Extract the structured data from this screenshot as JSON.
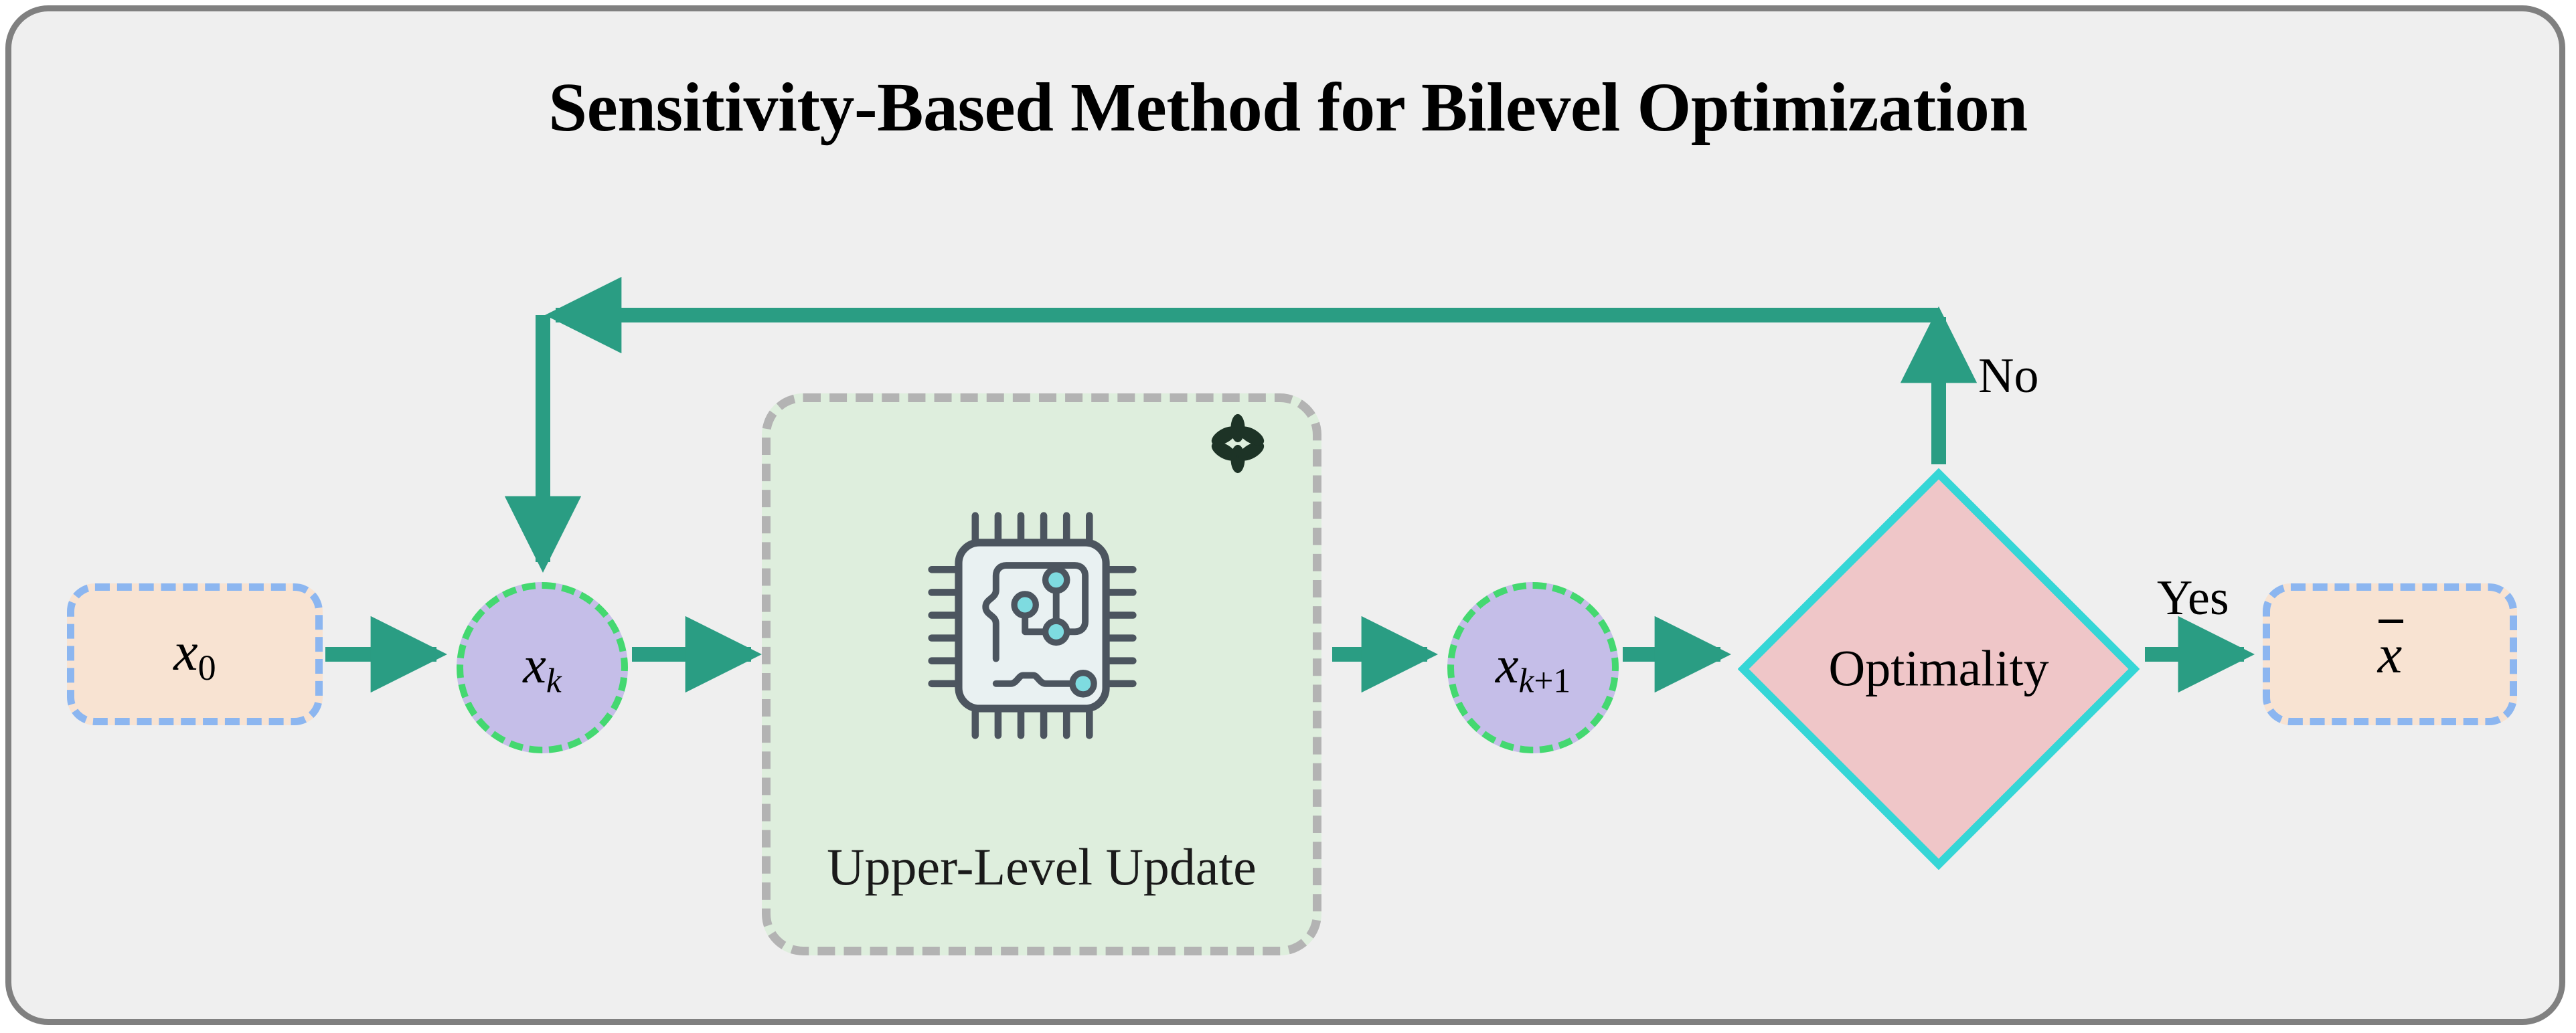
{
  "title": "Sensitivity-Based Method for Bilevel Optimization",
  "colors": {
    "frame_border": "#808080",
    "frame_fill": "#EFEFEF",
    "arrow_green": "#2A9D83",
    "terminal_fill": "#F8E3D2",
    "terminal_border": "#8CB6F0",
    "state_fill": "#C5BEE8",
    "state_border": "#44D870",
    "update_fill": "#DEEEDD",
    "update_border": "#B3B3B3",
    "diamond_fill": "#EFC6C8",
    "diamond_border": "#35D6D6",
    "chip_body": "#E9F1F2",
    "chip_stroke": "#4C555F",
    "chip_dot": "#7EDBE0",
    "asterisk": "#1D3326"
  },
  "nodes": {
    "start": {
      "name": "x0",
      "label_base": "x",
      "label_sub": "0",
      "shape": "rounded-rect"
    },
    "iterate": {
      "name": "xk",
      "label_base": "x",
      "label_sub": "k",
      "shape": "circle"
    },
    "update": {
      "name": "upper-level-update",
      "label": "Upper-Level Update",
      "marker": "*",
      "icon": "chip-icon",
      "shape": "rounded-rect-dashed"
    },
    "next": {
      "name": "xk+1",
      "label_base": "x",
      "label_sub": "k+1",
      "shape": "circle"
    },
    "decision": {
      "name": "optimality",
      "label": "Optimality",
      "shape": "diamond"
    },
    "end": {
      "name": "xbar",
      "label_base": "x",
      "label_overline": true,
      "shape": "rounded-rect"
    }
  },
  "edges": [
    {
      "from": "x0",
      "to": "xk",
      "label": ""
    },
    {
      "from": "xk",
      "to": "update",
      "label": ""
    },
    {
      "from": "update",
      "to": "xk+1",
      "label": ""
    },
    {
      "from": "xk+1",
      "to": "optimality",
      "label": ""
    },
    {
      "from": "optimality",
      "to": "xbar",
      "label": "Yes"
    },
    {
      "from": "optimality",
      "to": "xk",
      "label": "No"
    }
  ],
  "edge_labels": {
    "no": "No",
    "yes": "Yes"
  }
}
